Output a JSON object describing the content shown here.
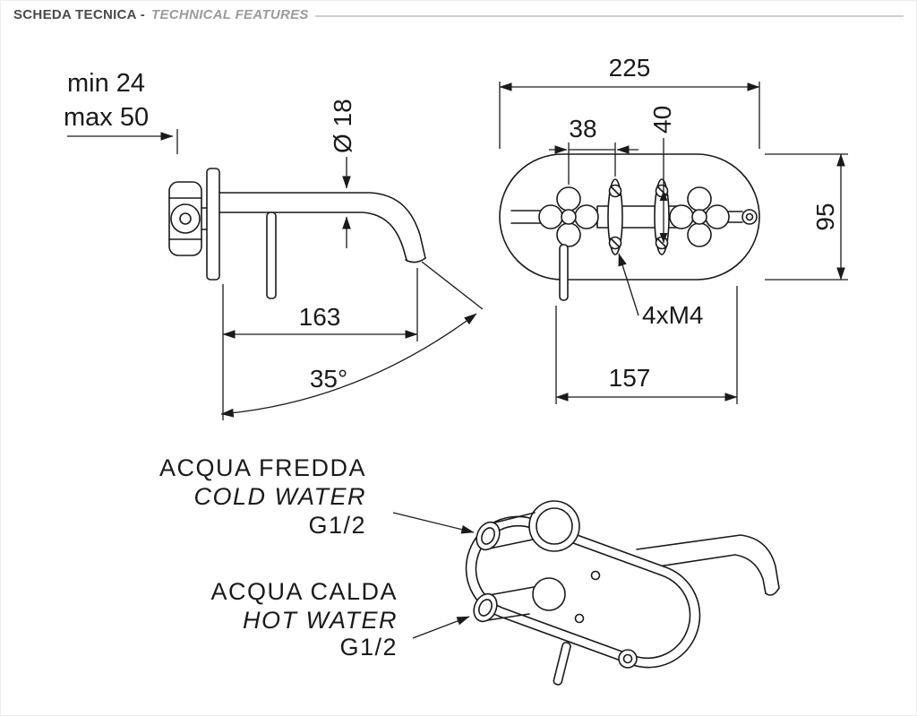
{
  "header": {
    "title_it": "SCHEDA TECNICA -",
    "title_en": "TECHNICAL FEATURES"
  },
  "side_view": {
    "wall_depth_min": "min 24",
    "wall_depth_max": "max 50",
    "spout_diameter": "Ø 18",
    "spout_length": "163",
    "spout_angle": "35°"
  },
  "front_view": {
    "plate_width": "225",
    "screw_offset": "38",
    "screw_spacing": "40",
    "plate_height": "95",
    "screws": "4xM4",
    "centers_distance": "157"
  },
  "connections": {
    "cold_it": "ACQUA FREDDA",
    "cold_en": "COLD WATER",
    "cold_thread": "G1/2",
    "hot_it": "ACQUA CALDA",
    "hot_en": "HOT WATER",
    "hot_thread": "G1/2"
  },
  "colors": {
    "line": "#1a1a1a",
    "header_title": "#4b4b4b",
    "header_subtitle": "#9b9b9b",
    "rule": "#cccccc"
  }
}
